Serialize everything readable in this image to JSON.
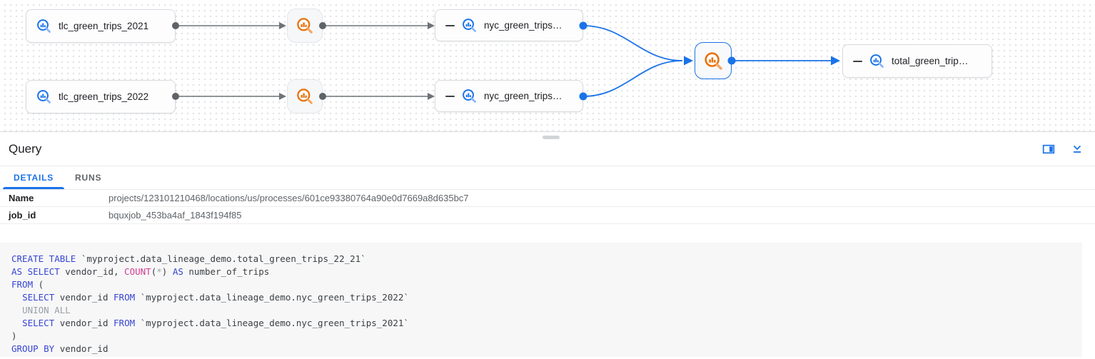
{
  "graph": {
    "nodes": [
      {
        "id": "tlc_green_trips_2021",
        "label": "tlc_green_trips_2021",
        "type": "table"
      },
      {
        "id": "tlc_green_trips_2022",
        "label": "tlc_green_trips_2022",
        "type": "table"
      },
      {
        "id": "nyc_green_trips_top",
        "label": "nyc_green_trips…",
        "type": "table",
        "collapsible": true
      },
      {
        "id": "nyc_green_trips_bottom",
        "label": "nyc_green_trips…",
        "type": "table",
        "collapsible": true
      },
      {
        "id": "total_green_trips",
        "label": "total_green_trip…",
        "type": "table",
        "collapsible": true
      }
    ],
    "process_nodes": 3,
    "selected_process": "query-process",
    "colors": {
      "table_icon": "#1a73e8",
      "process_icon": "#e8710a",
      "edge_gray": "#6f7377",
      "edge_blue": "#1a73e8"
    }
  },
  "panel": {
    "title": "Query",
    "tabs": [
      {
        "label": "DETAILS",
        "active": true
      },
      {
        "label": "RUNS",
        "active": false
      }
    ],
    "details": [
      {
        "label": "Name",
        "value": "projects/123101210468/locations/us/processes/601ce93380764a90e0d7669a8d635bc7"
      },
      {
        "label": "job_id",
        "value": "bquxjob_453ba4af_1843f194f85"
      }
    ]
  },
  "sql": {
    "colors": {
      "keyword": "#3745d0",
      "function": "#d23c92",
      "muted": "#9aa0a6",
      "plain": "#3c4043"
    },
    "lines": [
      [
        [
          "k",
          "CREATE TABLE"
        ],
        [
          "p",
          " `myproject.data_lineage_demo.total_green_trips_22_21`"
        ]
      ],
      [
        [
          "k",
          "AS SELECT"
        ],
        [
          "p",
          " vendor_id, "
        ],
        [
          "f",
          "COUNT"
        ],
        [
          "p",
          "("
        ],
        [
          "g",
          "*"
        ],
        [
          "p",
          ") "
        ],
        [
          "k",
          "AS"
        ],
        [
          "p",
          " number_of_trips"
        ]
      ],
      [
        [
          "k",
          "FROM"
        ],
        [
          "p",
          " ("
        ]
      ],
      [
        [
          "p",
          "  "
        ],
        [
          "k",
          "SELECT"
        ],
        [
          "p",
          " vendor_id "
        ],
        [
          "k",
          "FROM"
        ],
        [
          "p",
          " `myproject.data_lineage_demo.nyc_green_trips_2022`"
        ]
      ],
      [
        [
          "p",
          "  "
        ],
        [
          "g",
          "UNION ALL"
        ]
      ],
      [
        [
          "p",
          "  "
        ],
        [
          "k",
          "SELECT"
        ],
        [
          "p",
          " vendor_id "
        ],
        [
          "k",
          "FROM"
        ],
        [
          "p",
          " `myproject.data_lineage_demo.nyc_green_trips_2021`"
        ]
      ],
      [
        [
          "p",
          ")"
        ]
      ],
      [
        [
          "k",
          "GROUP BY"
        ],
        [
          "p",
          " vendor_id"
        ]
      ]
    ]
  }
}
